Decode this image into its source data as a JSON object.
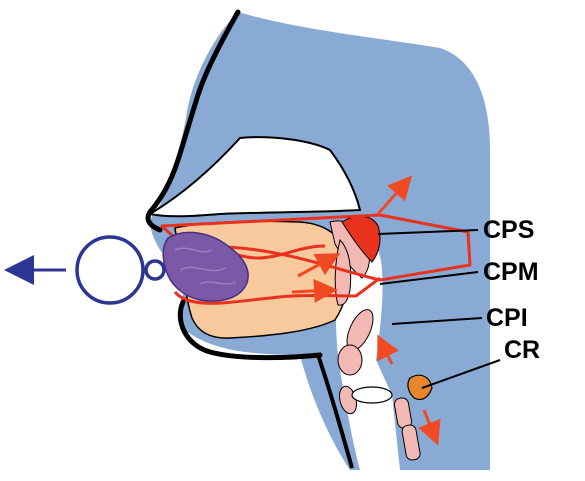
{
  "labels": {
    "cps": "CPS",
    "cpm": "CPM",
    "cpi": "CPI",
    "cr": "CR"
  },
  "colors": {
    "head": "#8aaad6",
    "skin_outline": "#000000",
    "tongue": "#f7c99c",
    "muscle_fill": "#f2b8b4",
    "muscle_red": "#e8321e",
    "arrow_red": "#f04a24",
    "blob": "#7a5aa6",
    "instrument": "#2b3594",
    "label": "#000000"
  },
  "icons": {
    "pull_arrow": "left-arrow-icon",
    "instrument": "double-loop-icon"
  }
}
